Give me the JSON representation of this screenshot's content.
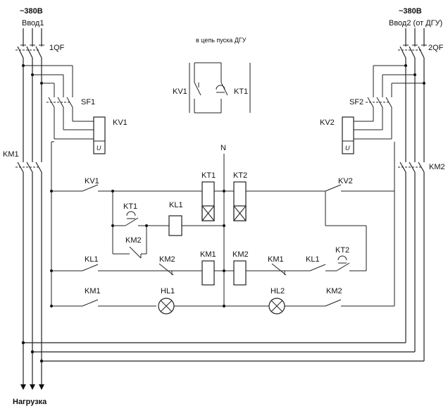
{
  "left_input": {
    "voltage": "~380В",
    "name": "Ввод1",
    "breaker": "1QF",
    "switch": "SF1",
    "relay": "KV1",
    "contactor": "KM1",
    "u_symbol": "U"
  },
  "right_input": {
    "voltage": "~380В",
    "name": "Ввод2 (от ДГУ)",
    "breaker": "2QF",
    "switch": "SF2",
    "relay": "KV2",
    "contactor": "KM2",
    "u_symbol": "U"
  },
  "dgu_circuit": {
    "title": "в цепь пуска ДГУ",
    "contact_left": "KV1",
    "contact_right": "KT1"
  },
  "neutral": "N",
  "control": {
    "row1": {
      "contact_left": "KV1",
      "coil1": "KT1",
      "coil2": "KT2",
      "contact_right": "KV2"
    },
    "row2": {
      "timer_contact": "KT1",
      "relay_coil": "KL1",
      "interlock": "KM2"
    },
    "row3": {
      "contact_left": "KL1",
      "interlock_left": "KM2",
      "coil1": "KM1",
      "coil2": "KM2",
      "interlock_right": "KM1",
      "contact_right": "KL1",
      "timer_contact": "KT2"
    },
    "row4": {
      "contact_left": "KM1",
      "lamp_left": "HL1",
      "lamp_right": "HL2",
      "contact_right": "KM2"
    }
  },
  "load": "Нагрузка"
}
